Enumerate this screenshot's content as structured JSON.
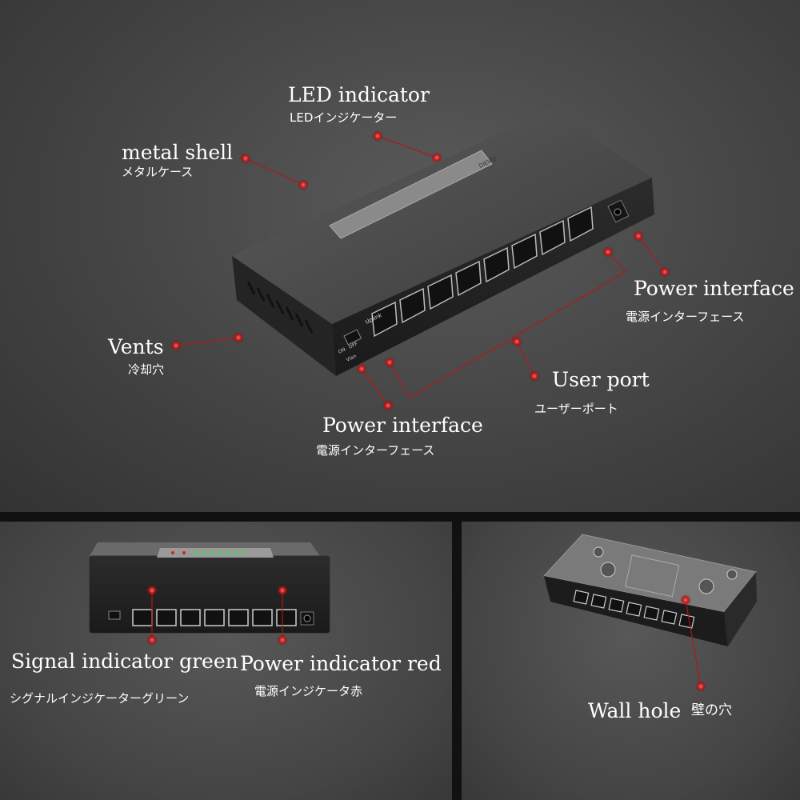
{
  "labels": {
    "led_en": "LED indicator",
    "led_jp": "LEDインジケーター",
    "shell_en": "metal shell",
    "shell_jp": "メタルケース",
    "vents_en": "Vents",
    "vents_jp": "冷却穴",
    "power_right_en": "Power interface",
    "power_right_jp": "電源インターフェース",
    "user_en": "User port",
    "user_jp": "ユーザーポート",
    "power_left_en": "Power interface",
    "power_left_jp": "電源インターフェース",
    "signal_en": "Signal indicator green",
    "signal_jp": "シグナルインジケーターグリーン",
    "power_ind_en": "Power indicator red",
    "power_ind_jp": "電源インジケータ赤",
    "wall_en": "Wall hole",
    "wall_jp": "壁の穴"
  },
  "device": {
    "brand": "DIEWU",
    "uplink": "Uplink",
    "switch_on": "ON",
    "switch_off": "OFF",
    "vlan": "Vlan"
  },
  "colors": {
    "marker": "#c81e1e",
    "leader": "#b01818",
    "led_green": "#3ddc3d",
    "led_red": "#e02020"
  }
}
